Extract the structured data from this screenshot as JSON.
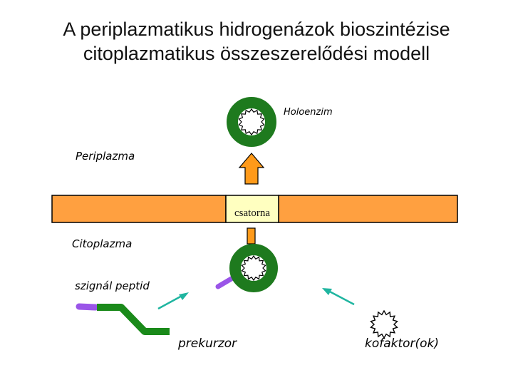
{
  "title": {
    "line1": "A periplazmatikus hidrogenázok bioszintézise",
    "line2": "citoplazmatikus összeszerelődési modell"
  },
  "labels": {
    "holoenzyme": "Holoenzim",
    "periplasm": "Periplazma",
    "channel": "csatorna",
    "cytoplasm": "Citoplazma",
    "signal_peptide": "szignál peptid",
    "precursor": "prekurzor",
    "cofactor": "kofaktor(ok)"
  },
  "colors": {
    "membrane": "#ffa040",
    "channel": "#ffffc0",
    "ring": "#1e7a1e",
    "signal": "#9a55e8",
    "chain": "#1a8a1a",
    "arrow_orange": "#ff9a1a",
    "arrow_teal": "#1fb5a0"
  }
}
